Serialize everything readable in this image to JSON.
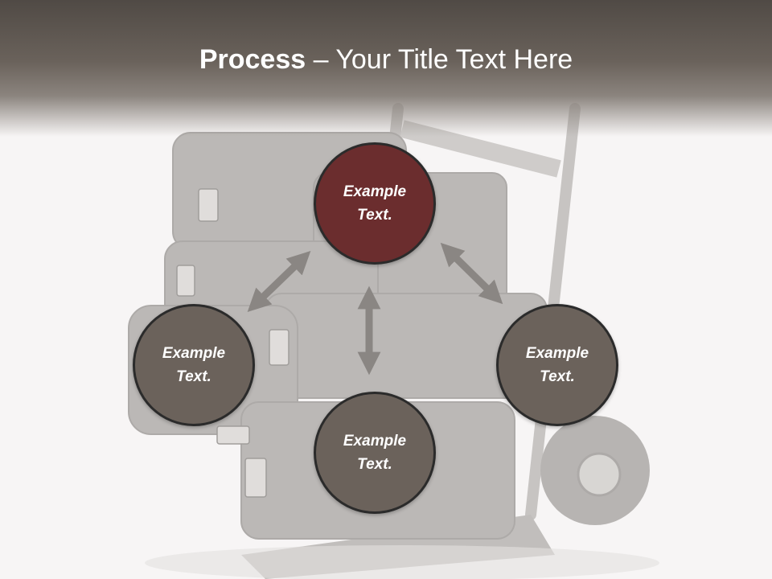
{
  "slide": {
    "title_bold": "Process",
    "title_sep": " – ",
    "title_rest": "Your Title Text Here"
  },
  "nodes": [
    {
      "label": "Example Text.",
      "color": "#6b2d2e"
    },
    {
      "label": "Example Text.",
      "color": "#6b625b"
    },
    {
      "label": "Example Text.",
      "color": "#6b625b"
    },
    {
      "label": "Example Text.",
      "color": "#6b625b"
    }
  ],
  "colors": {
    "arrow": "#8a8683",
    "header": "#5a534d",
    "background": "#f4f2f2"
  }
}
